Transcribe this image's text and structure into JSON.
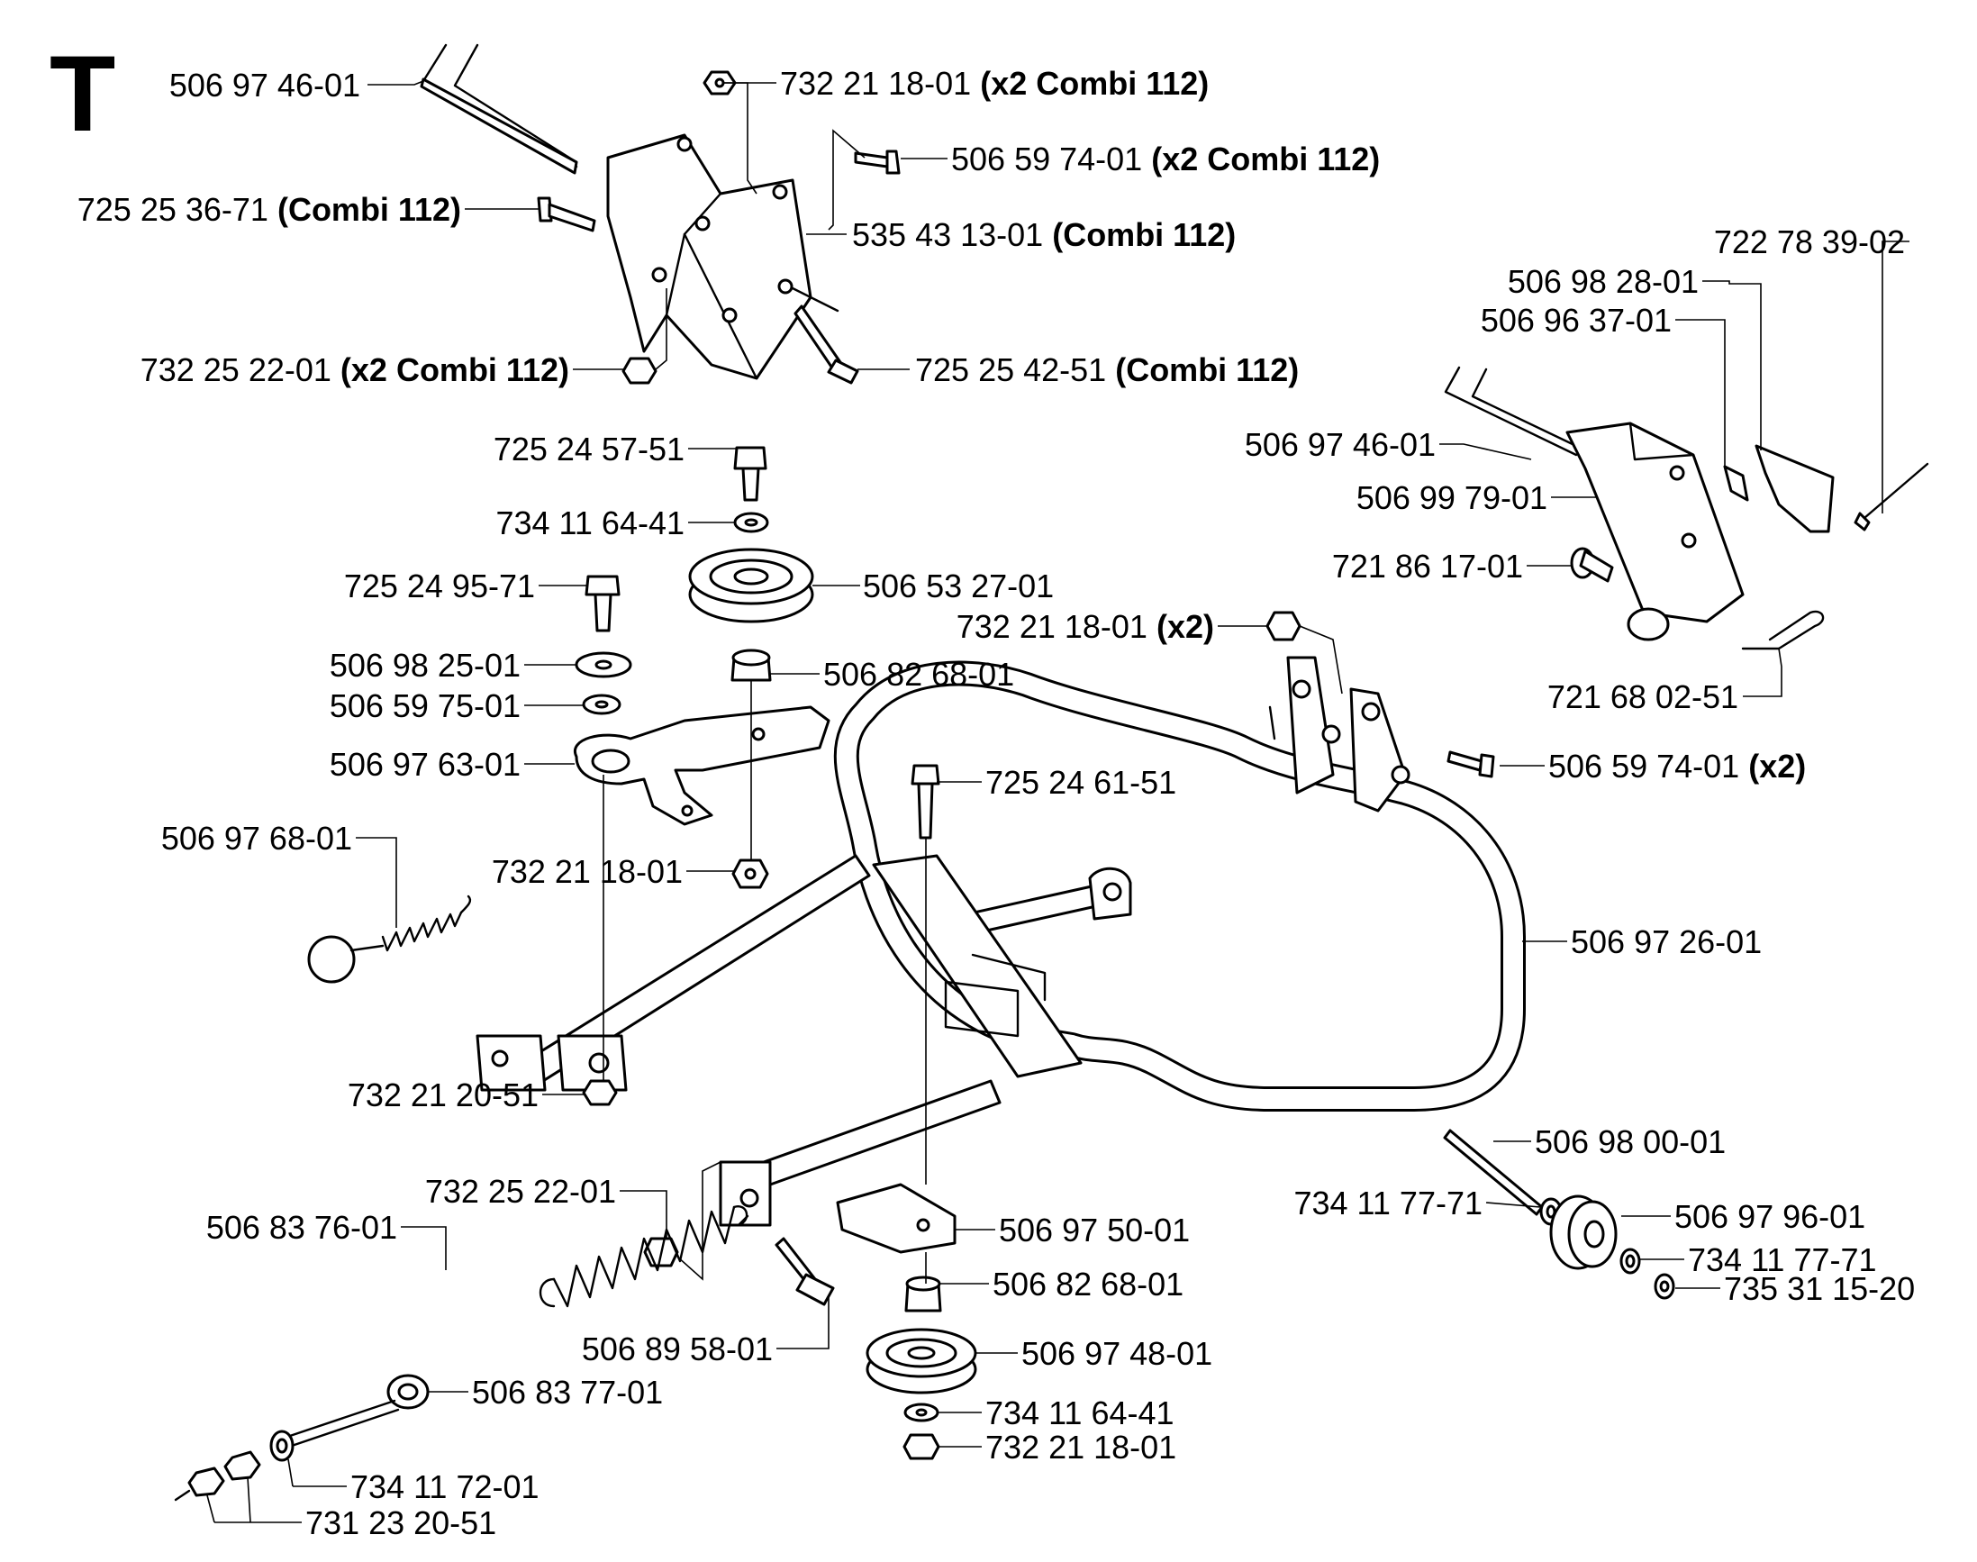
{
  "section": "T",
  "callouts": [
    {
      "id": "c1",
      "part": "506 97 46-01",
      "qual": ""
    },
    {
      "id": "c2",
      "part": "732 21 18-01",
      "qual": "(x2 Combi 112)"
    },
    {
      "id": "c3",
      "part": "506 59 74-01",
      "qual": "(x2 Combi 112)"
    },
    {
      "id": "c4",
      "part": "725 25 36-71",
      "qual": "(Combi 112)"
    },
    {
      "id": "c5",
      "part": "535 43 13-01",
      "qual": "(Combi 112)"
    },
    {
      "id": "c6",
      "part": "732 25 22-01",
      "qual": "(x2 Combi 112)"
    },
    {
      "id": "c7",
      "part": "725 25 42-51",
      "qual": "(Combi 112)"
    },
    {
      "id": "c8",
      "part": "722 78 39-02",
      "qual": ""
    },
    {
      "id": "c9",
      "part": "506 98 28-01",
      "qual": ""
    },
    {
      "id": "c10",
      "part": "506 96 37-01",
      "qual": ""
    },
    {
      "id": "c11",
      "part": "725 24 57-51",
      "qual": ""
    },
    {
      "id": "c12",
      "part": "506 97 46-01",
      "qual": ""
    },
    {
      "id": "c13",
      "part": "734 11 64-41",
      "qual": ""
    },
    {
      "id": "c14",
      "part": "506 99 79-01",
      "qual": ""
    },
    {
      "id": "c15",
      "part": "721 86 17-01",
      "qual": ""
    },
    {
      "id": "c16",
      "part": "725 24 95-71",
      "qual": ""
    },
    {
      "id": "c17",
      "part": "506 53 27-01",
      "qual": ""
    },
    {
      "id": "c18",
      "part": "732 21 18-01",
      "qual": "(x2)"
    },
    {
      "id": "c19",
      "part": "721 68 02-51",
      "qual": ""
    },
    {
      "id": "c20",
      "part": "506 98 25-01",
      "qual": ""
    },
    {
      "id": "c21",
      "part": "506 82 68-01",
      "qual": ""
    },
    {
      "id": "c22",
      "part": "506 59 75-01",
      "qual": ""
    },
    {
      "id": "c23",
      "part": "506 97 63-01",
      "qual": ""
    },
    {
      "id": "c24",
      "part": "725 24 61-51",
      "qual": ""
    },
    {
      "id": "c25",
      "part": "506 59 74-01",
      "qual": "(x2)"
    },
    {
      "id": "c26",
      "part": "506 97 68-01",
      "qual": ""
    },
    {
      "id": "c27",
      "part": "732 21 18-01",
      "qual": ""
    },
    {
      "id": "c28",
      "part": "506 97 26-01",
      "qual": ""
    },
    {
      "id": "c29",
      "part": "732 21 20-51",
      "qual": ""
    },
    {
      "id": "c30",
      "part": "506 98 00-01",
      "qual": ""
    },
    {
      "id": "c31",
      "part": "734 11 77-71",
      "qual": ""
    },
    {
      "id": "c32",
      "part": "506 97 96-01",
      "qual": ""
    },
    {
      "id": "c33",
      "part": "734 11 77-71",
      "qual": ""
    },
    {
      "id": "c34",
      "part": "735 31 15-20",
      "qual": ""
    },
    {
      "id": "c35",
      "part": "732 25 22-01",
      "qual": ""
    },
    {
      "id": "c36",
      "part": "506 97 50-01",
      "qual": ""
    },
    {
      "id": "c37",
      "part": "506 83 76-01",
      "qual": ""
    },
    {
      "id": "c38",
      "part": "506 82 68-01",
      "qual": ""
    },
    {
      "id": "c39",
      "part": "506 89 58-01",
      "qual": ""
    },
    {
      "id": "c40",
      "part": "506 97 48-01",
      "qual": ""
    },
    {
      "id": "c41",
      "part": "506 83 77-01",
      "qual": ""
    },
    {
      "id": "c42",
      "part": "734 11 64-41",
      "qual": ""
    },
    {
      "id": "c43",
      "part": "732 21 18-01",
      "qual": ""
    },
    {
      "id": "c44",
      "part": "734 11 72-01",
      "qual": ""
    },
    {
      "id": "c45",
      "part": "731 23 20-51",
      "qual": ""
    }
  ]
}
